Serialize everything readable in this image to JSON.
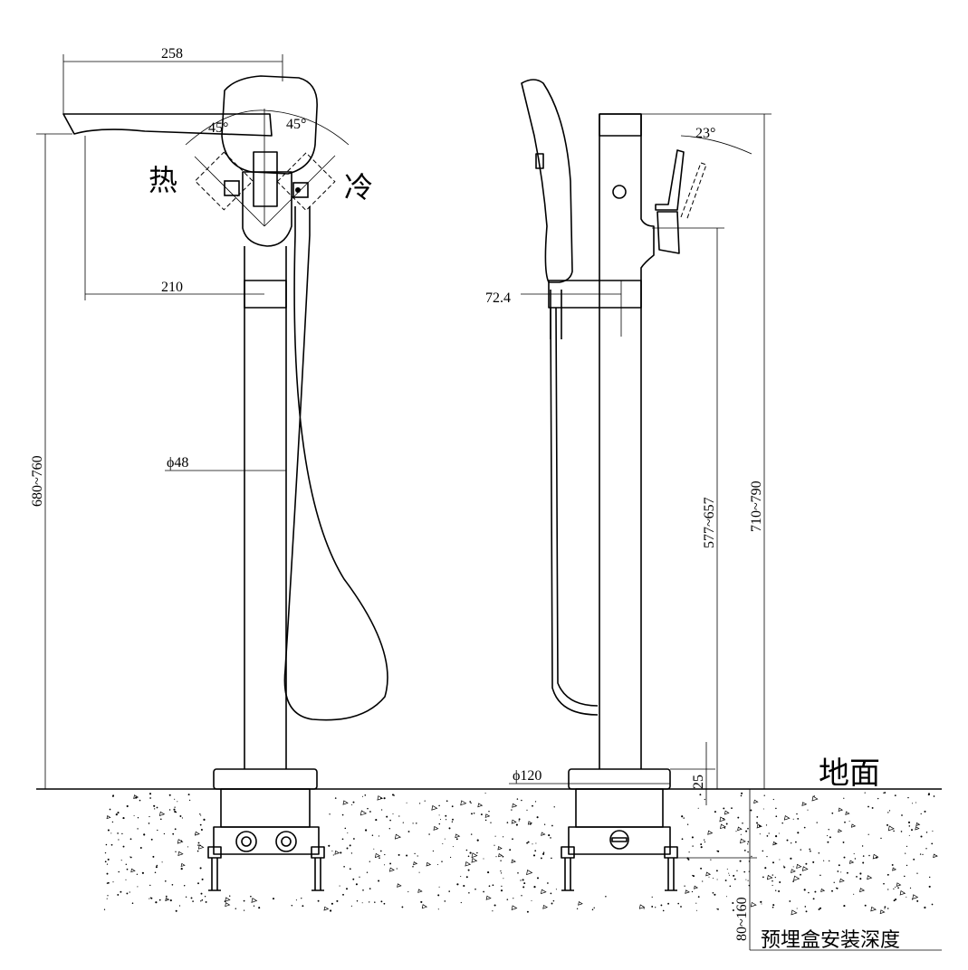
{
  "dimensions": {
    "width_258": "258",
    "reach_210": "210",
    "angle_left": "45°",
    "angle_right": "45°",
    "height_680_760": "680~760",
    "diameter_48": "ϕ48",
    "handle_angle_23": "23°",
    "offset_72_4": "72.4",
    "height_577_657": "577~657",
    "height_710_790": "710~790",
    "base_diameter_120": "ϕ120",
    "base_height_25": "25",
    "depth_80_160": "80~160"
  },
  "labels": {
    "hot": "热",
    "cold": "冷",
    "floor": "地面",
    "box_depth": "预埋盒安装深度"
  }
}
